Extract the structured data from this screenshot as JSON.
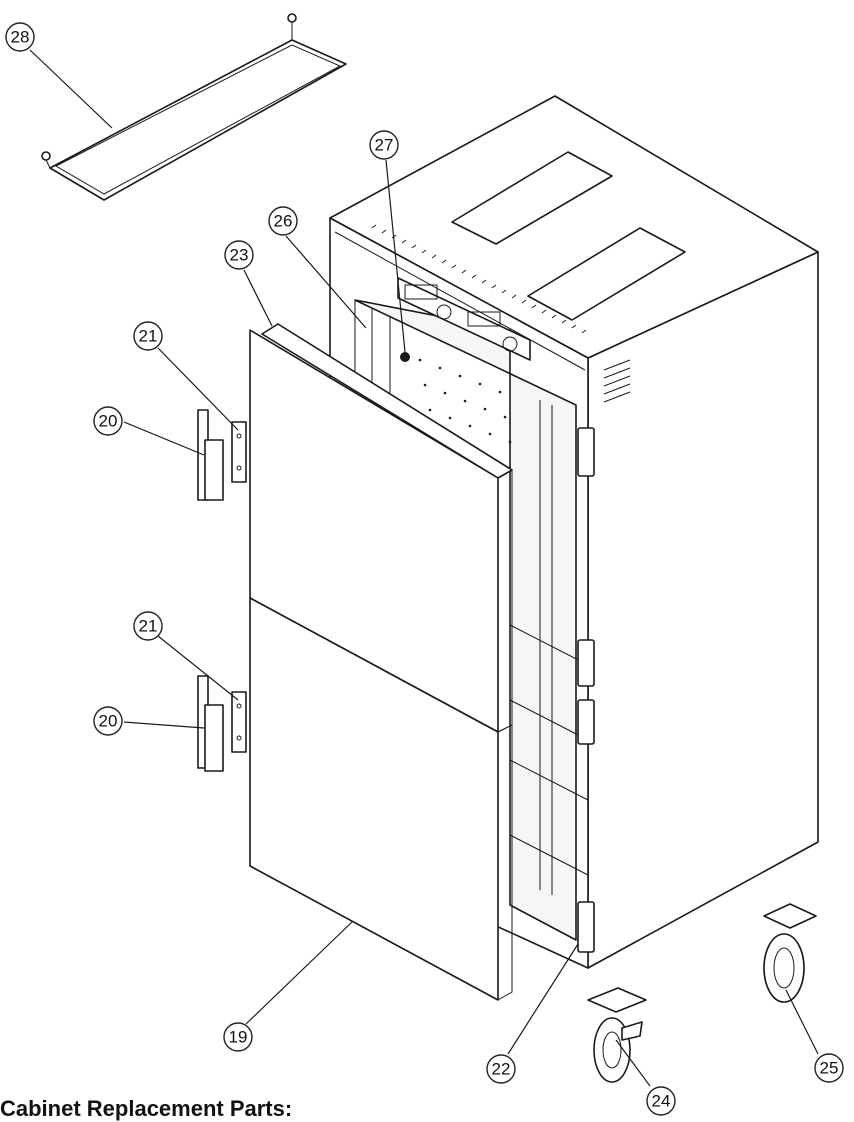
{
  "heading": "Cabinet Replacement Parts:",
  "callouts": [
    {
      "id": "c28",
      "label": "28"
    },
    {
      "id": "c27",
      "label": "27"
    },
    {
      "id": "c26",
      "label": "26"
    },
    {
      "id": "c23",
      "label": "23"
    },
    {
      "id": "c21a",
      "label": "21"
    },
    {
      "id": "c20a",
      "label": "20"
    },
    {
      "id": "c21b",
      "label": "21"
    },
    {
      "id": "c20b",
      "label": "20"
    },
    {
      "id": "c19",
      "label": "19"
    },
    {
      "id": "c22",
      "label": "22"
    },
    {
      "id": "c24",
      "label": "24"
    },
    {
      "id": "c25",
      "label": "25"
    }
  ]
}
